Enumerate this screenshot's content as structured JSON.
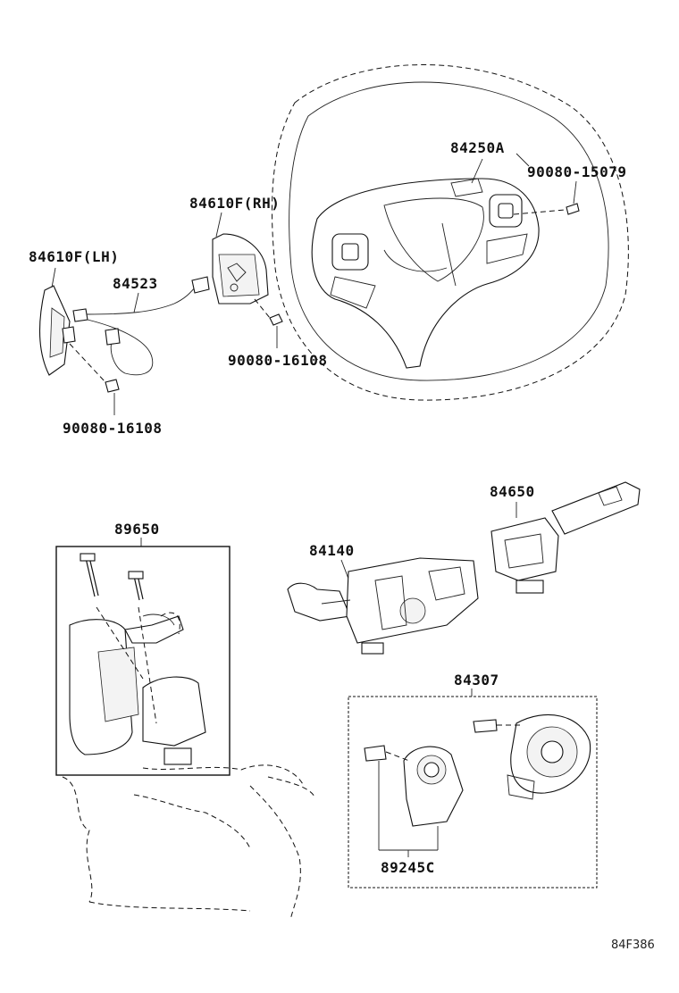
{
  "diagram": {
    "parts": {
      "steering_pad": "84250A",
      "screw_top": "90080-15079",
      "switch_rh": "84610F(RH)",
      "switch_lh": "84610F(LH)",
      "wire": "84523",
      "screw_rh": "90080-16108",
      "screw_lh": "90080-16108",
      "column_assy": "89650",
      "turn_switch": "84140",
      "wiper_switch": "84650",
      "spiral_cable": "84307",
      "sensor": "89245C"
    },
    "figure_code": "84F386"
  }
}
